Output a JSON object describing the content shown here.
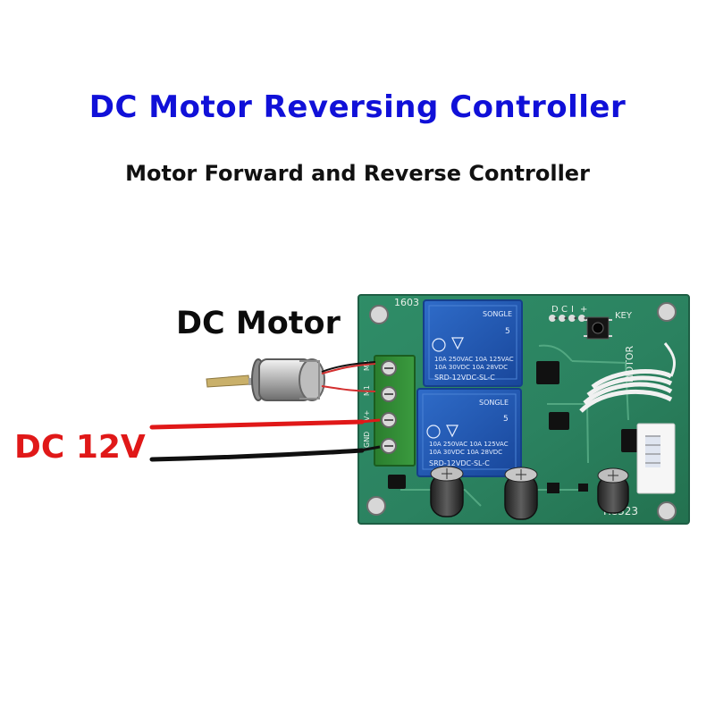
{
  "title": "DC Motor Reversing Controller",
  "subtitle": "Motor Forward and Reverse Controller",
  "labels": {
    "motor": "DC Motor",
    "power": "DC 12V"
  },
  "board": {
    "part_number": "1603",
    "model": "RC323",
    "key_label": "KEY",
    "motor_label": "MOTOR",
    "pin_labels": [
      "D",
      "C",
      "I",
      "+"
    ],
    "terminal_labels": [
      "M2",
      "M1",
      "V+",
      "GND"
    ],
    "relays": [
      {
        "brand": "SONGLE",
        "rating_1": "10A 250VAC  10A 125VAC",
        "rating_2": "10A 30VDC   10A 28VDC",
        "model": "SRD-12VDC-SL-C",
        "number": "5"
      },
      {
        "brand": "SONGLE",
        "rating_1": "10A 250VAC  10A 125VAC",
        "rating_2": "10A 30VDC   10A 28VDC",
        "model": "SRD-12VDC-SL-C",
        "number": "5"
      }
    ]
  },
  "colors": {
    "title": "#1010d8",
    "subtitle": "#111111",
    "power_label": "#e01818",
    "pcb": "#2e8a63",
    "relay": "#1f56b6",
    "terminal": "#2f8f33",
    "wire_red": "#e01818",
    "wire_black": "#101010",
    "antenna": "#f1f1f1"
  },
  "icons": [
    "dc-motor-icon",
    "relay-icon",
    "terminal-block-icon",
    "antenna-coil-icon",
    "push-button-icon",
    "capacitor-icon"
  ]
}
